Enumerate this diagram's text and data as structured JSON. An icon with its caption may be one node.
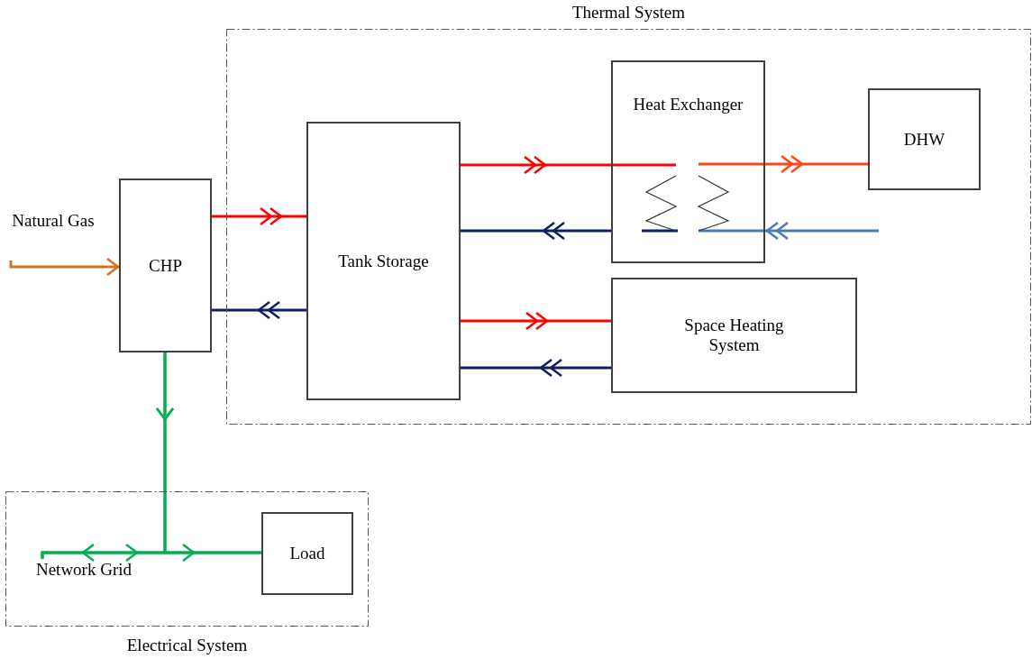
{
  "diagram": {
    "nodes": [
      {
        "text": [
          "Natural Gas"
        ]
      },
      {
        "text": [
          "CHP"
        ]
      },
      {
        "text": [
          "Thermal System"
        ]
      },
      {
        "text": [
          "Tank Storage"
        ],
        "in": 2
      },
      {
        "text": [
          "Heat Exchanger"
        ],
        "in": 2
      },
      {
        "text": [
          "DHW"
        ],
        "in": 2
      },
      {
        "text": [
          "Space Heating System"
        ],
        "in": 2
      },
      {
        "text": [
          "Electrical System"
        ]
      },
      {
        "text": [
          "Network Grid"
        ],
        "in": 7
      },
      {
        "text": [
          "Load"
        ],
        "in": 7
      }
    ],
    "edges": [
      {
        "from": 0,
        "to": 1,
        "arrow": "to",
        "color": "#d2711f"
      },
      {
        "from": 1,
        "to": 3,
        "arrow": "to",
        "color": "#ff0000"
      },
      {
        "from": 3,
        "to": 1,
        "arrow": "to",
        "color": "#0c1f5e"
      },
      {
        "from": 3,
        "to": 4,
        "arrow": "to",
        "color": "#ff0000"
      },
      {
        "from": 4,
        "to": 3,
        "arrow": "to",
        "color": "#0c1f5e"
      },
      {
        "from": 4,
        "to": 5,
        "arrow": "to",
        "color": "#ff4513"
      },
      {
        "from": null,
        "to": 4,
        "arrow": "to",
        "color": "#4a7db5"
      },
      {
        "from": 3,
        "to": 6,
        "arrow": "to",
        "color": "#ff0000"
      },
      {
        "from": 6,
        "to": 3,
        "arrow": "to",
        "color": "#0c1f5e"
      },
      {
        "from": 1,
        "to": 9,
        "arrow": "to",
        "color": "#00b050"
      },
      {
        "from": 1,
        "to": 8,
        "arrow": "to",
        "color": "#00b050"
      },
      {
        "from": 8,
        "to": 9,
        "arrow": "to",
        "color": "#00b050"
      }
    ]
  }
}
